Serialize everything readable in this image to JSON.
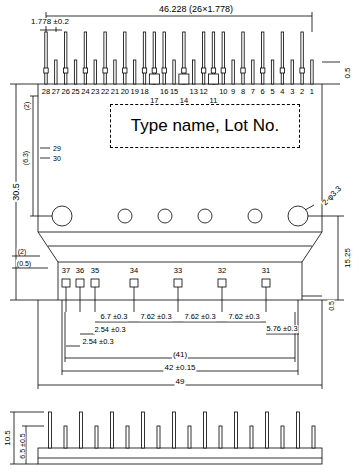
{
  "diagram": {
    "nodes": [
      {
        "text": [
          "Type name, Lot No."
        ]
      }
    ],
    "labels": [
      "46.228 (26×1.778)",
      "1.778 ±0.2",
      "0.5",
      "28",
      "27",
      "26",
      "25",
      "24",
      "23",
      "22",
      "21",
      "20",
      "19",
      "18",
      "17",
      "16",
      "15",
      "14",
      "13",
      "12",
      "11",
      "10",
      "9",
      "8",
      "7",
      "6",
      "5",
      "4",
      "3",
      "2",
      "1",
      "(2)",
      "29",
      "30",
      "(6.3)",
      "30.5",
      "2-φ3.3",
      "15.25",
      "(2)",
      "(0.5)",
      "37",
      "36",
      "35",
      "34",
      "33",
      "32",
      "31",
      "0.5",
      "6.7 ±0.3",
      "7.62 ±0.3",
      "7.62 ±0.3",
      "7.62 ±0.3",
      "2.54 ±0.3",
      "5.76 ±0.3",
      "2.54 ±0.3",
      "(41)",
      "42 ±0.15",
      "49",
      "10.5",
      "6.5 ±0.5"
    ]
  }
}
